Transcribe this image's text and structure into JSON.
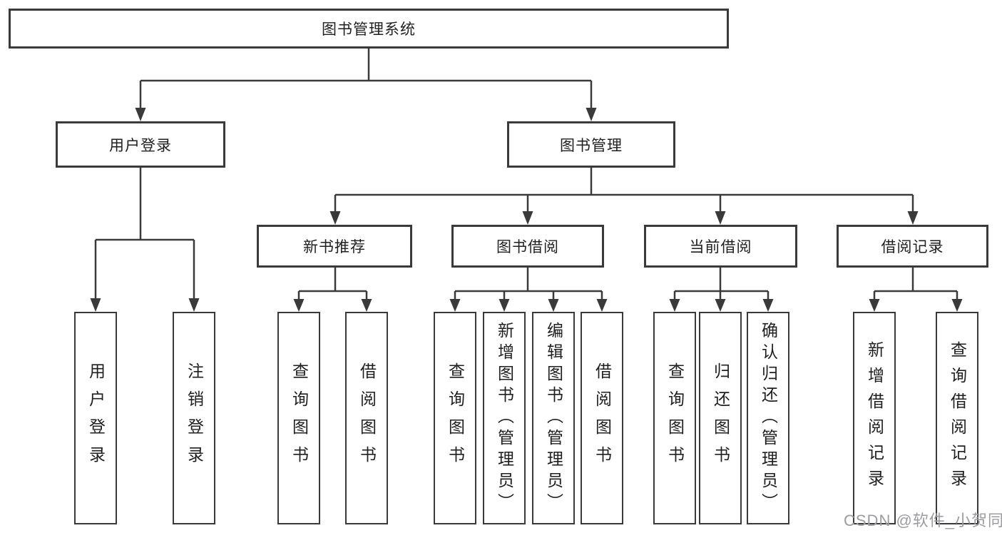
{
  "nodes": {
    "root": "图书管理系统",
    "user_login": "用户登录",
    "book_mgmt": "图书管理",
    "new_book_rec": "新书推荐",
    "book_borrow": "图书借阅",
    "current_borrow": "当前借阅",
    "borrow_records": "借阅记录",
    "ul_user_login": "用户登录",
    "ul_logout": "注销登录",
    "nb_query_book": "查询图书",
    "nb_borrow_book": "借阅图书",
    "bb_query_book": "查询图书",
    "bb_add_book": "新增图书（管理员）",
    "bb_edit_book": "编辑图书（管理员）",
    "bb_borrow_book": "借阅图书",
    "cb_query_book": "查询图书",
    "cb_return_book": "归还图书",
    "cb_confirm_return": "确认归还（管理员）",
    "br_add_record": "新增借阅记录",
    "br_query_record": "查询借阅记录"
  },
  "watermark": {
    "text": "CSDN @软件_小贺同学"
  },
  "colors": {
    "line": "#3a3a3a",
    "box_border": "#3a3a3a",
    "box_fill": "#ffffff",
    "text": "#1f1f1f",
    "watermark": "#9c9ca1"
  }
}
